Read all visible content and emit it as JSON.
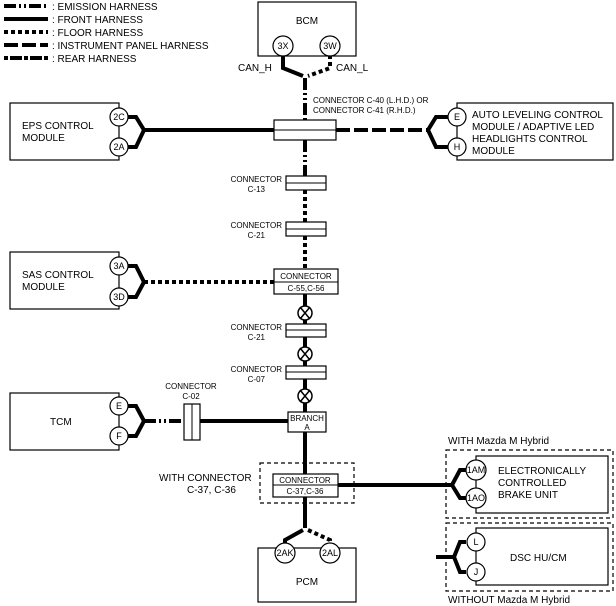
{
  "legend": [
    {
      "label": ": EMISSION HARNESS",
      "style": "emission"
    },
    {
      "label": ": FRONT HARNESS",
      "style": "front"
    },
    {
      "label": ": FLOOR HARNESS",
      "style": "floor"
    },
    {
      "label": ": INSTRUMENT PANEL HARNESS",
      "style": "instrument_panel"
    },
    {
      "label": ": REAR HARNESS",
      "style": "rear"
    }
  ],
  "bcm": {
    "label": "BCM",
    "pin_left": "3X",
    "pin_right": "3W",
    "can_h": "CAN_H",
    "can_l": "CAN_L"
  },
  "connector_c40": {
    "line1": "CONNECTOR C-40 (L.H.D.) OR",
    "line2": "CONNECTOR C-41 (R.H.D.)"
  },
  "eps": {
    "line1": "EPS CONTROL",
    "line2": "MODULE",
    "pin_top": "2C",
    "pin_bottom": "2A"
  },
  "auto_leveling": {
    "line1": "AUTO LEVELING CONTROL",
    "line2": "MODULE / ADAPTIVE LED",
    "line3": "HEADLIGHTS CONTROL",
    "line4": "MODULE",
    "pin_top": "E",
    "pin_bottom": "H"
  },
  "connector_c13": {
    "line1": "CONNECTOR",
    "line2": "C-13"
  },
  "connector_c21a": {
    "line1": "CONNECTOR",
    "line2": "C-21"
  },
  "sas": {
    "line1": "SAS CONTROL",
    "line2": "MODULE",
    "pin_top": "3A",
    "pin_bottom": "3D"
  },
  "connector_c55": {
    "line1": "CONNECTOR",
    "line2": "C-55,C-56"
  },
  "connector_c21b": {
    "line1": "CONNECTOR",
    "line2": "C-21"
  },
  "connector_c07": {
    "line1": "CONNECTOR",
    "line2": "C-07"
  },
  "connector_c02": {
    "line1": "CONNECTOR",
    "line2": "C-02"
  },
  "tcm": {
    "label": "TCM",
    "pin_top": "E",
    "pin_bottom": "F"
  },
  "branch": {
    "line1": "BRANCH",
    "line2": "A"
  },
  "with_connector": {
    "line1": "WITH CONNECTOR",
    "line2": "C-37, C-36"
  },
  "connector_c37": {
    "line1": "CONNECTOR",
    "line2": "C-37,C-36"
  },
  "hybrid_with": "WITH Mazda M Hybrid",
  "hybrid_without": "WITHOUT Mazda M Hybrid",
  "ecbu": {
    "line1": "ELECTRONICALLY",
    "line2": "CONTROLLED",
    "line3": "BRAKE UNIT",
    "pin_top": "1AM",
    "pin_bottom": "1AO"
  },
  "dsc": {
    "label": "DSC HU/CM",
    "pin_top": "L",
    "pin_bottom": "J"
  },
  "pcm": {
    "label": "PCM",
    "pin_left": "2AK",
    "pin_right": "2AL"
  }
}
